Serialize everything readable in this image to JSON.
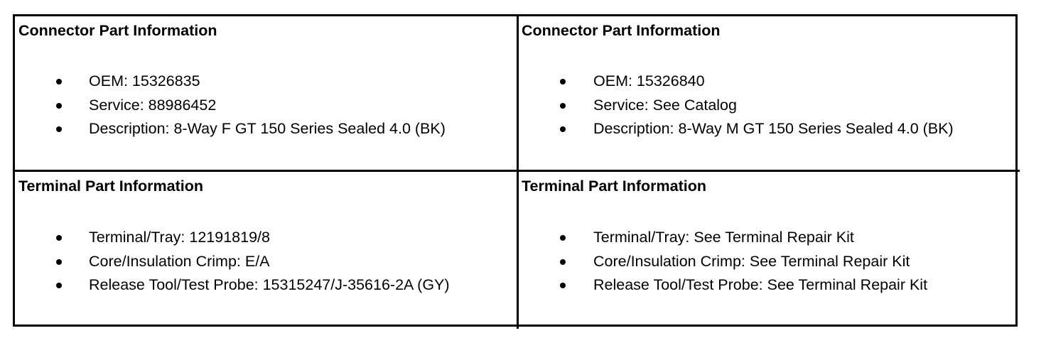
{
  "cells": [
    {
      "heading": "Connector Part Information",
      "items": [
        "OEM: 15326835",
        "Service: 88986452",
        "Description: 8-Way F GT 150 Series Sealed 4.0 (BK)"
      ]
    },
    {
      "heading": "Connector Part Information",
      "items": [
        "OEM: 15326840",
        "Service: See Catalog",
        "Description: 8-Way M GT 150 Series Sealed 4.0 (BK)"
      ]
    },
    {
      "heading": "Terminal Part Information",
      "items": [
        "Terminal/Tray: 12191819/8",
        "Core/Insulation Crimp: E/A",
        "Release Tool/Test Probe: 15315247/J-35616-2A (GY)"
      ]
    },
    {
      "heading": "Terminal Part Information",
      "items": [
        "Terminal/Tray: See Terminal Repair Kit",
        "Core/Insulation Crimp: See Terminal Repair Kit",
        "Release Tool/Test Probe: See Terminal Repair Kit"
      ]
    }
  ]
}
